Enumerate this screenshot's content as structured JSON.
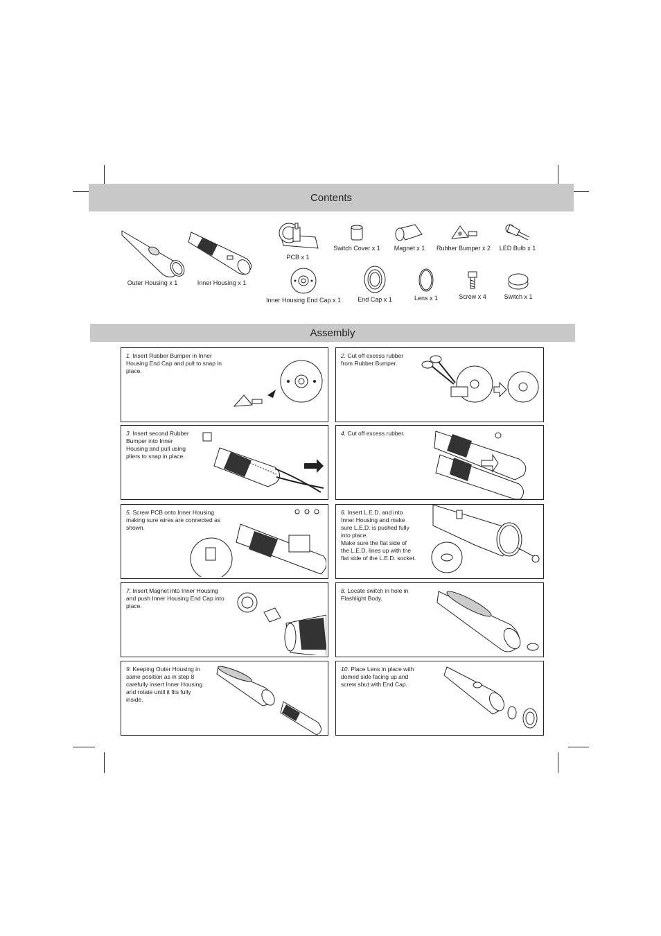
{
  "contents": {
    "title": "Contents",
    "parts": [
      {
        "label": "Outer Housing x 1",
        "icon": "outer-housing-icon"
      },
      {
        "label": "Inner Housing x 1",
        "icon": "inner-housing-icon"
      },
      {
        "label": "PCB x 1",
        "icon": "pcb-icon"
      },
      {
        "label": "Switch Cover x 1",
        "icon": "switch-cover-icon"
      },
      {
        "label": "Magnet x 1",
        "icon": "magnet-icon"
      },
      {
        "label": "Rubber Bumper x 2",
        "icon": "rubber-bumper-icon"
      },
      {
        "label": "LED Bulb x 1",
        "icon": "led-bulb-icon"
      },
      {
        "label": "Inner Housing End Cap x 1",
        "icon": "end-cap-icon"
      },
      {
        "label": "End Cap x 1",
        "icon": "end-cap-icon"
      },
      {
        "label": "Lens x 1",
        "icon": "lens-icon"
      },
      {
        "label": "Screw x 4",
        "icon": "screw-icon"
      },
      {
        "label": "Switch x 1",
        "icon": "switch-icon"
      }
    ]
  },
  "assembly": {
    "title": "Assembly",
    "steps": [
      {
        "num": "1.",
        "text": " Insert Rubber Bumper in Inner\nHousing End Cap and pull to snap in\nplace."
      },
      {
        "num": "2.",
        "text": " Cut off excess rubber\nfrom Rubber Bumper."
      },
      {
        "num": "3.",
        "text": " Insert second Rubber\nBumper into Inner\nHousing and pull using\npliers to snap in place."
      },
      {
        "num": "4.",
        "text": " Cut off excess rubber."
      },
      {
        "num": "5.",
        "text": " Screw PCB onto Inner Housing\nmaking sure wires are connected as\nshown."
      },
      {
        "num": "6.",
        "text": " Insert L.E.D. and into\nInner Housing and make\nsure L.E.D. is pushed fully\ninto place.\nMake sure the flat side of\nthe L.E.D. lines up with the\nflat side of the L.E.D. socket."
      },
      {
        "num": "7.",
        "text": " Insert Magnet into Inner Housing\nand push Inner Housing End Cap into\nplace."
      },
      {
        "num": "8.",
        "text": " Locate switch in hole in\nFlashlight Body."
      },
      {
        "num": "9.",
        "text": " Keeping Outer Housing in\nsame position as in step 8\ncarefully insert Inner Housing\nand rotate until it fits fully\ninside."
      },
      {
        "num": "10.",
        "text": " Place Lens in place with\ndomed side facing up and\nscrew shut with End Cap."
      }
    ]
  }
}
